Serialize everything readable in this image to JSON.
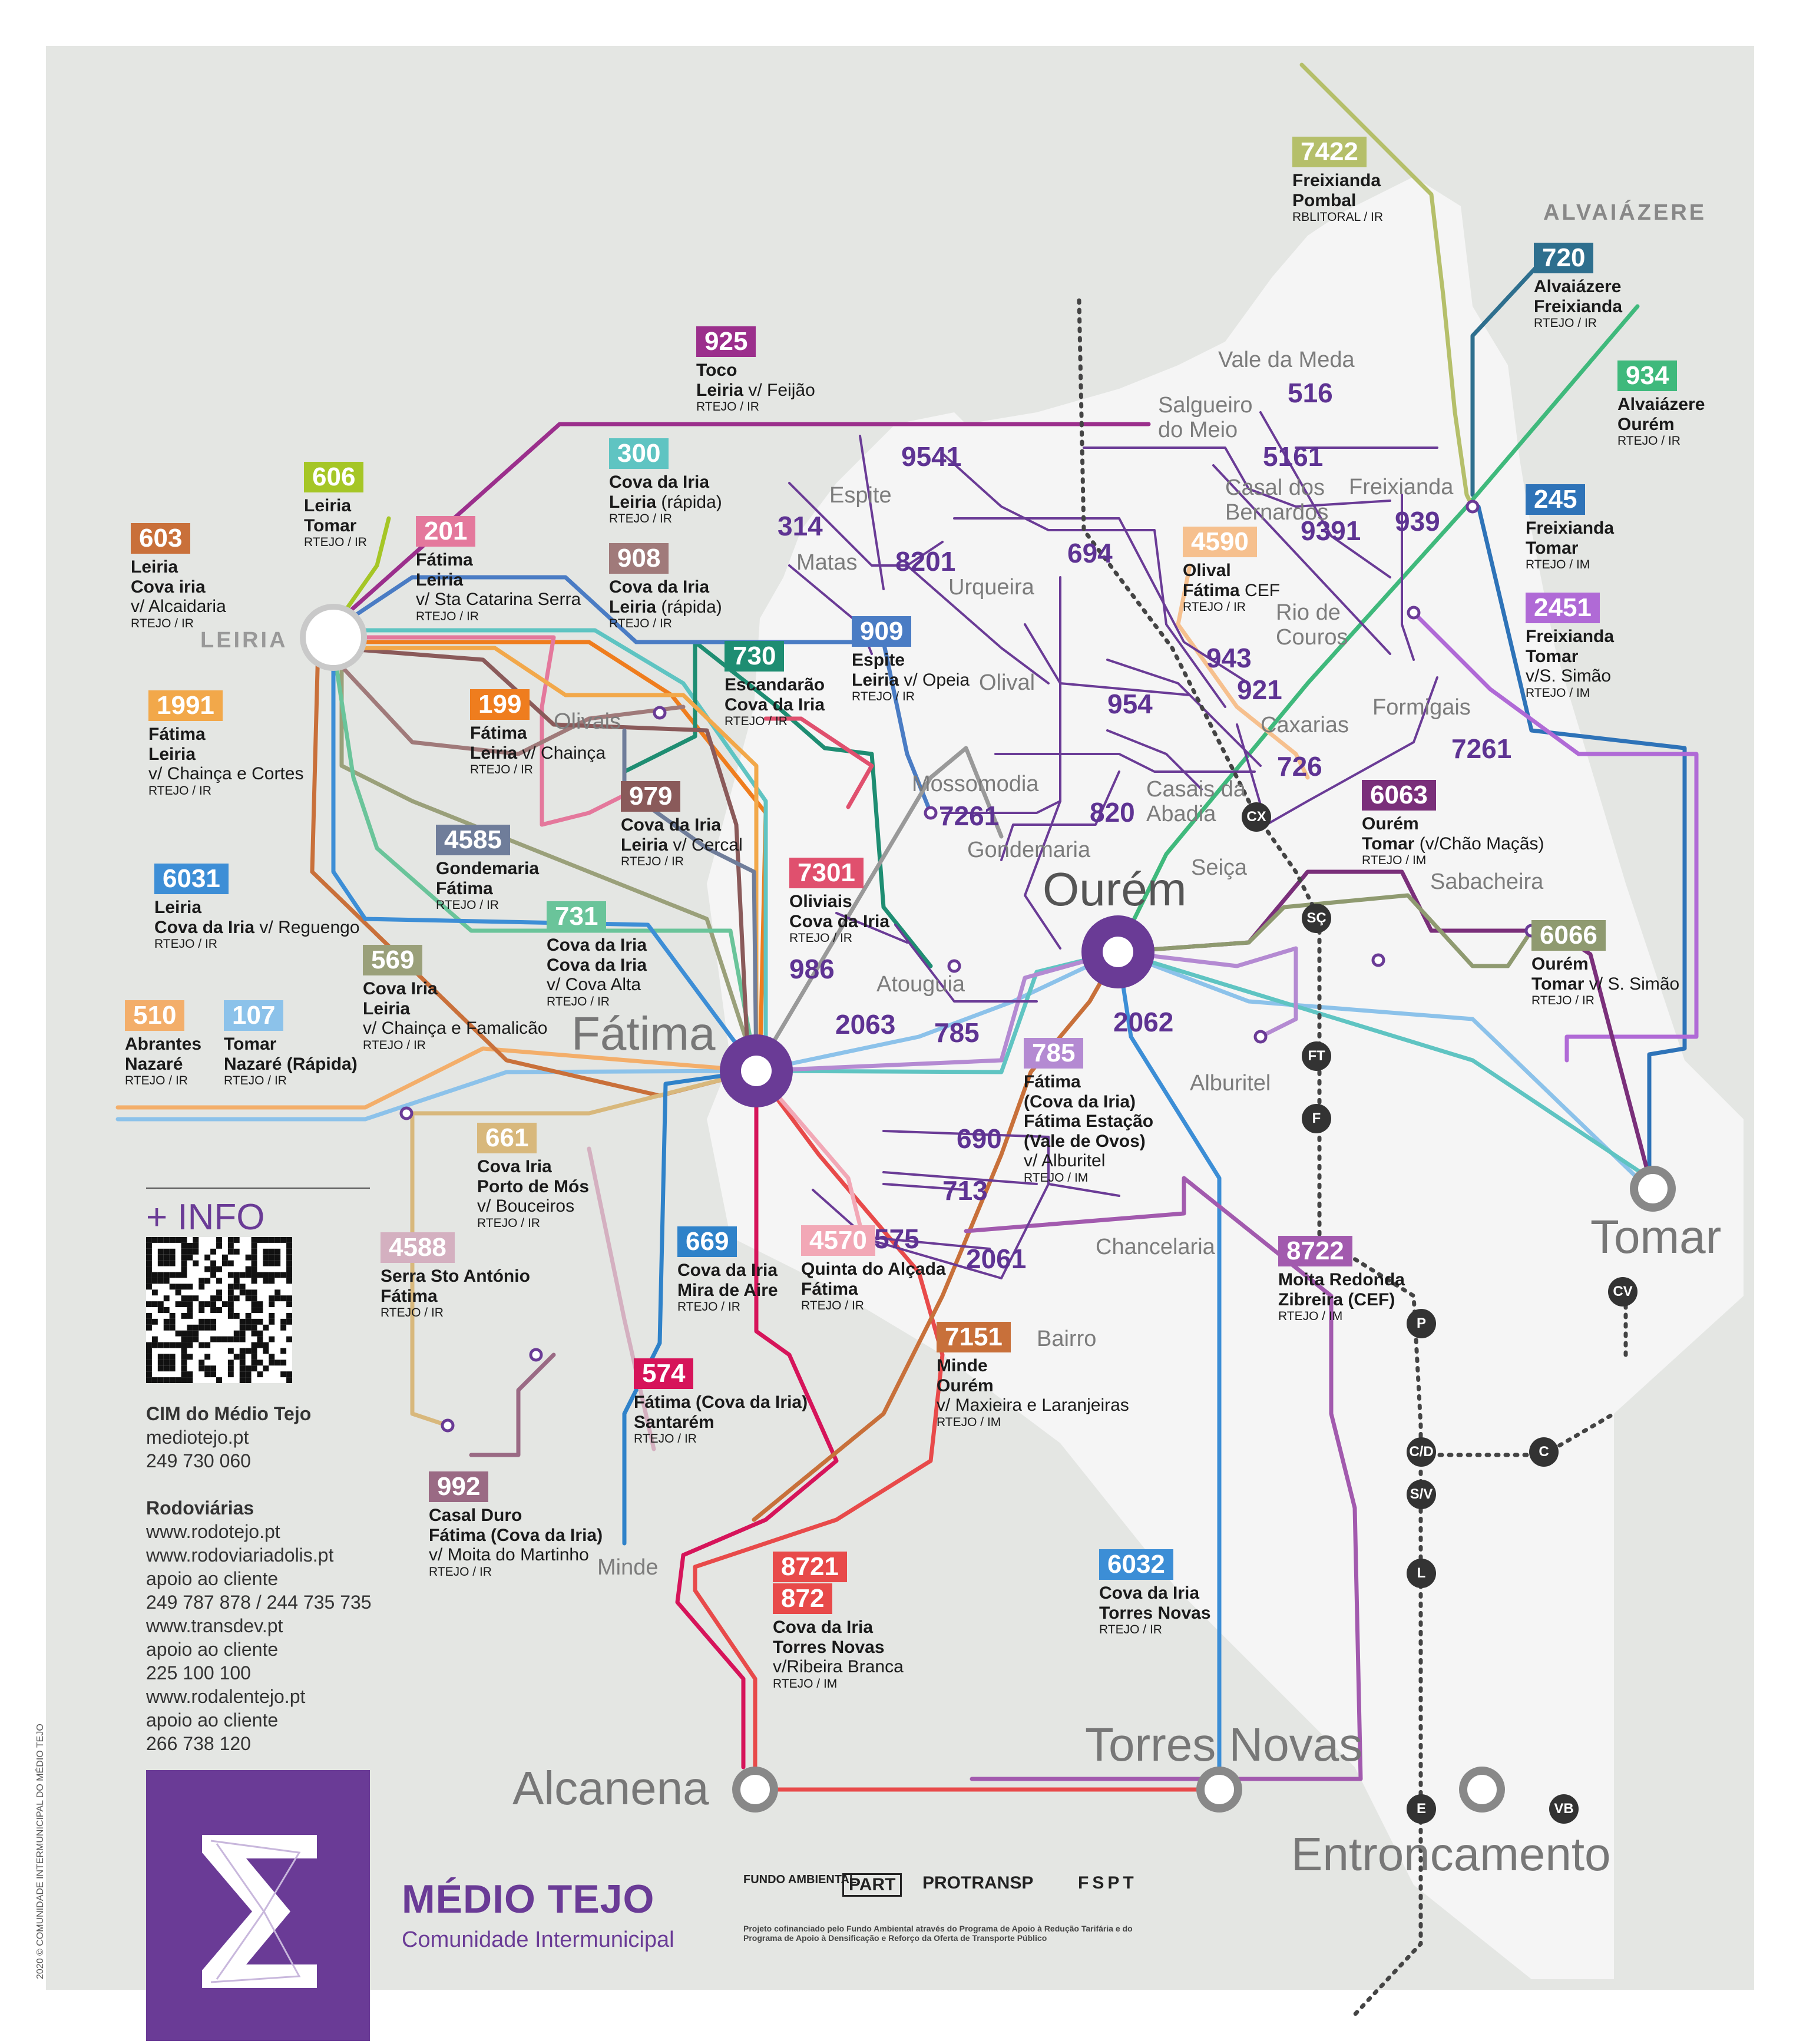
{
  "map": {
    "region_label_leiria": "LEIRIA",
    "region_label_alvaiazere": "ALVAIÁZERE",
    "towns": [
      {
        "id": "ourem",
        "name": "Ourém"
      },
      {
        "id": "fatima",
        "name": "Fátima"
      },
      {
        "id": "tomar",
        "name": "Tomar"
      },
      {
        "id": "torres",
        "name": "Torres Novas"
      },
      {
        "id": "alcanena",
        "name": "Alcanena"
      },
      {
        "id": "entroncamento",
        "name": "Entroncamento"
      }
    ],
    "places": [
      "Vale da Meda",
      "Salgueiro do Meio",
      "Espite",
      "Matas",
      "Casal dos Bernardos",
      "Freixianda",
      "Urqueira",
      "Rio de Couros",
      "Olival",
      "Olivais",
      "Caxarias",
      "Formigais",
      "Mossomodia",
      "Casais da Abadia",
      "Gondemaria",
      "Seiça",
      "Sabacheira",
      "Atouguia",
      "Alburitel",
      "Chancelaria",
      "Bairro",
      "Minde"
    ],
    "route_numbers": [
      "9541",
      "314",
      "8201",
      "694",
      "516",
      "5161",
      "9391",
      "939",
      "943",
      "921",
      "954",
      "726",
      "7261",
      "7261",
      "820",
      "986",
      "2063",
      "785",
      "2062",
      "690",
      "713",
      "575",
      "2061"
    ],
    "stations": [
      "CX",
      "SÇ",
      "FT",
      "F",
      "CV",
      "P",
      "C/D",
      "C",
      "S/V",
      "L",
      "E",
      "VB"
    ]
  },
  "routes": [
    {
      "number": "7422",
      "color": "#b5bf6a",
      "name": "Freixianda",
      "name2": "Pombal",
      "via": "",
      "operator": "RBLITORAL / IR"
    },
    {
      "number": "720",
      "color": "#2e6f8e",
      "name": "Alvaiázere",
      "name2": "Freixianda",
      "via": "",
      "operator": "RTEJO / IR"
    },
    {
      "number": "934",
      "color": "#3fb97c",
      "name": "Alvaiázere",
      "name2": "Ourém",
      "via": "",
      "operator": "RTEJO / IR"
    },
    {
      "number": "245",
      "color": "#2e73b8",
      "name": "Freixianda",
      "name2": "Tomar",
      "via": "",
      "operator": "RTEJO / IM"
    },
    {
      "number": "2451",
      "color": "#b06ad6",
      "name": "Freixianda",
      "name2": "Tomar",
      "via": "v/S. Simão",
      "operator": "RTEJO / IM"
    },
    {
      "number": "925",
      "color": "#9b2f8c",
      "name": "Toco",
      "name2": "Leiria",
      "name2_rest": " v/ Feijão",
      "via": "",
      "operator": "RTEJO / IR"
    },
    {
      "number": "300",
      "color": "#5fc4c2",
      "name": "Cova da Iria",
      "name2": "Leiria",
      "name2_rest": " (rápida)",
      "via": "",
      "operator": "RTEJO / IR"
    },
    {
      "number": "908",
      "color": "#a07a7a",
      "name": "Cova da Iria",
      "name2": "Leiria",
      "name2_rest": " (rápida)",
      "via": "",
      "operator": "RTEJO / IR"
    },
    {
      "number": "606",
      "color": "#a5c626",
      "name": "Leiria",
      "name2": "Tomar",
      "via": "",
      "operator": "RTEJO / IR"
    },
    {
      "number": "201",
      "color": "#e4789c",
      "name": "Fátima",
      "name2": "Leiria",
      "via": "v/ Sta Catarina Serra",
      "operator": "RTEJO / IR"
    },
    {
      "number": "603",
      "color": "#c9703a",
      "name": "Leiria",
      "name2": "Cova iria",
      "via": "v/ Alcaidaria",
      "operator": "RTEJO / IR"
    },
    {
      "number": "4590",
      "color": "#f6c08e",
      "name": "Olival",
      "name2": "Fátima",
      "name2_rest": " CEF",
      "via": "",
      "operator": "RTEJO / IR"
    },
    {
      "number": "909",
      "color": "#4a7cc4",
      "name": "Espite",
      "name2": "Leiria",
      "name2_rest": " v/ Opeia",
      "via": "",
      "operator": "RTEJO / IR"
    },
    {
      "number": "730",
      "color": "#1e8d72",
      "name": "Escandarão",
      "name2": "Cova da Iria",
      "via": "",
      "operator": "RTEJO / IR"
    },
    {
      "number": "1991",
      "color": "#f2a84a",
      "name": "Fátima",
      "name2": "Leiria",
      "via": "v/ Chainça e Cortes",
      "operator": "RTEJO / IR"
    },
    {
      "number": "199",
      "color": "#ef7d1e",
      "name": "Fátima",
      "name2": "Leiria",
      "name2_rest": " v/ Chainça",
      "via": "",
      "operator": "RTEJO / IR"
    },
    {
      "number": "979",
      "color": "#8a5a5a",
      "name": "Cova da Iria",
      "name2": "Leiria",
      "name2_rest": " v/ Cercal",
      "via": "",
      "operator": "RTEJO / IR"
    },
    {
      "number": "6063",
      "color": "#7a2f7a",
      "name": "Ourém",
      "name2": "Tomar",
      "name2_rest": " (v/Chão Maçãs)",
      "via": "",
      "operator": "RTEJO / IM"
    },
    {
      "number": "4585",
      "color": "#6f7d9a",
      "name": "Gondemaria",
      "name2": "Fátima",
      "via": "",
      "operator": "RTEJO / IR"
    },
    {
      "number": "7301",
      "color": "#e0506e",
      "name": "Oliviais",
      "name2": "Cova da Iria",
      "via": "",
      "operator": "RTEJO / IR"
    },
    {
      "number": "6031",
      "color": "#3d8ed6",
      "name": "Leiria",
      "name2": "Cova da Iria",
      "name2_rest": " v/ Reguengo",
      "via": "",
      "operator": "RTEJO / IR"
    },
    {
      "number": "731",
      "color": "#6ac49a",
      "name": "Cova da Iria",
      "name2": "Cova da Iria",
      "via": "v/ Cova Alta",
      "operator": "RTEJO / IR"
    },
    {
      "number": "569",
      "color": "#9aa07a",
      "name": "Cova Iria",
      "name2": "Leiria",
      "via": "v/ Chainça e Famalicão",
      "operator": "RTEJO / IR"
    },
    {
      "number": "6066",
      "color": "#8f9a70",
      "name": "Ourém",
      "name2": "Tomar",
      "name2_rest": " v/ S. Simão",
      "via": "",
      "operator": "RTEJO / IR"
    },
    {
      "number": "510",
      "color": "#f3ae6a",
      "name": "Abrantes",
      "name2": "Nazaré",
      "via": "",
      "operator": "RTEJO / IR"
    },
    {
      "number": "107",
      "color": "#8cc2ea",
      "name": "Tomar",
      "name2": "Nazaré (Rápida)",
      "via": "",
      "operator": "RTEJO / IR"
    },
    {
      "number": "785",
      "color": "#b48ad2",
      "name": "Fátima",
      "name2": "(Cova da Iria)",
      "name3": "Fátima Estação",
      "name4": "(Vale de Ovos)",
      "via": "v/ Alburitel",
      "operator": "RTEJO / IM"
    },
    {
      "number": "661",
      "color": "#d8b87c",
      "name": "Cova Iria",
      "name2": "Porto de Mós",
      "via": "v/ Bouceiros",
      "operator": "RTEJO / IR"
    },
    {
      "number": "4588",
      "color": "#d4b0c0",
      "name": "Serra Sto António",
      "name2": "Fátima",
      "via": "",
      "operator": "RTEJO / IR"
    },
    {
      "number": "669",
      "color": "#2f82c9",
      "name": "Cova da Iria",
      "name2": "Mira de Aire",
      "via": "",
      "operator": "RTEJO / IR"
    },
    {
      "number": "4570",
      "color": "#f2a8b6",
      "name": "Quinta do Alçada",
      "name2": "Fátima",
      "via": "",
      "operator": "RTEJO / IR"
    },
    {
      "number": "8722",
      "color": "#a25aae",
      "name": "Moita Redonda",
      "name2": "Zibreira (CEF)",
      "via": "",
      "operator": "RTEJO / IM"
    },
    {
      "number": "7151",
      "color": "#c8703a",
      "name": "Minde",
      "name2": "Ourém",
      "via": "v/ Maxieira e Laranjeiras",
      "operator": "RTEJO / IM"
    },
    {
      "number": "574",
      "color": "#d6145a",
      "name": "Fátima (Cova da Iria)",
      "name2": "Santarém",
      "via": "",
      "operator": "RTEJO / IR"
    },
    {
      "number": "992",
      "color": "#9a6a84",
      "name": "Casal Duro",
      "name2": "Fátima (Cova da Iria)",
      "via": "v/ Moita do Martinho",
      "operator": "RTEJO / IR"
    },
    {
      "number": "8721",
      "color": "#e84a4a",
      "name": "",
      "name2": "",
      "via": "",
      "operator": ""
    },
    {
      "number": "872",
      "color": "#e84a4a",
      "name": "Cova da Iria",
      "name2": "Torres Novas",
      "via": "v/Ribeira Branca",
      "operator": "RTEJO / IM"
    },
    {
      "number": "6032",
      "color": "#3c8ed6",
      "name": "Cova da Iria",
      "name2": "Torres Novas",
      "via": "",
      "operator": "RTEJO / IR"
    }
  ],
  "info": {
    "heading": "+ INFO",
    "org_name": "CIM do Médio Tejo",
    "org_site": "mediotejo.pt",
    "org_phone": "249 730 060",
    "rodo_title": "Rodoviárias",
    "lines": [
      "www.rodotejo.pt",
      "www.rodoviariadolis.pt",
      "apoio ao cliente",
      "249 787 878 / 244 735 735",
      "www.transdev.pt",
      "apoio ao cliente",
      "225 100 100",
      "www.rodalentejo.pt",
      "apoio ao cliente",
      "266 738 120"
    ]
  },
  "brand": {
    "title": "MÉDIO TEJO",
    "subtitle": "Comunidade Intermunicipal",
    "sponsors": [
      "FUNDO AMBIENTAL",
      "PART",
      "PROTRANSP",
      "FSPT"
    ],
    "fine_print": "Projeto cofinanciado pelo Fundo Ambiental através do Programa de Apoio à Redução Tarifária e do Programa de Apoio à Densificação e Reforço da Oferta de Transporte Público",
    "copyright": "2020 © COMUNIDADE INTERMUNICIPAL DO MÉDIO TEJO"
  },
  "colors": {
    "brand": "#6a3b96",
    "background": "#e4e6e3",
    "land": "#f6f6f6",
    "station": "#333333"
  }
}
